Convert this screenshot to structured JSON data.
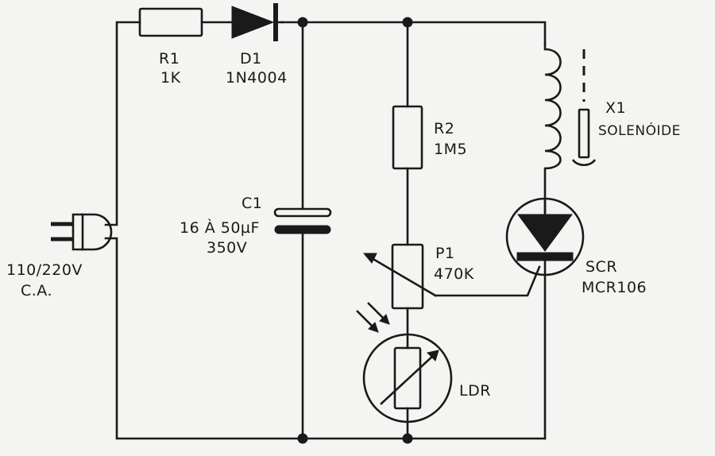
{
  "labels": {
    "r1_ref": "R1",
    "r1_value": "1K",
    "d1_ref": "D1",
    "d1_value": "1N4004",
    "c1_ref": "C1",
    "c1_value": "16 À 50µF",
    "c1_voltage": "350V",
    "r2_ref": "R2",
    "r2_value": "1M5",
    "p1_ref": "P1",
    "p1_value": "470K",
    "x1_ref": "X1",
    "x1_name": "SOLENÓIDE",
    "scr_ref": "SCR",
    "scr_value": "MCR106",
    "ldr_ref": "LDR",
    "supply_voltage": "110/220V",
    "supply_type": "C.A."
  },
  "colors": {
    "ink": "#1a1a1a",
    "paper": "#f4f4f2"
  }
}
